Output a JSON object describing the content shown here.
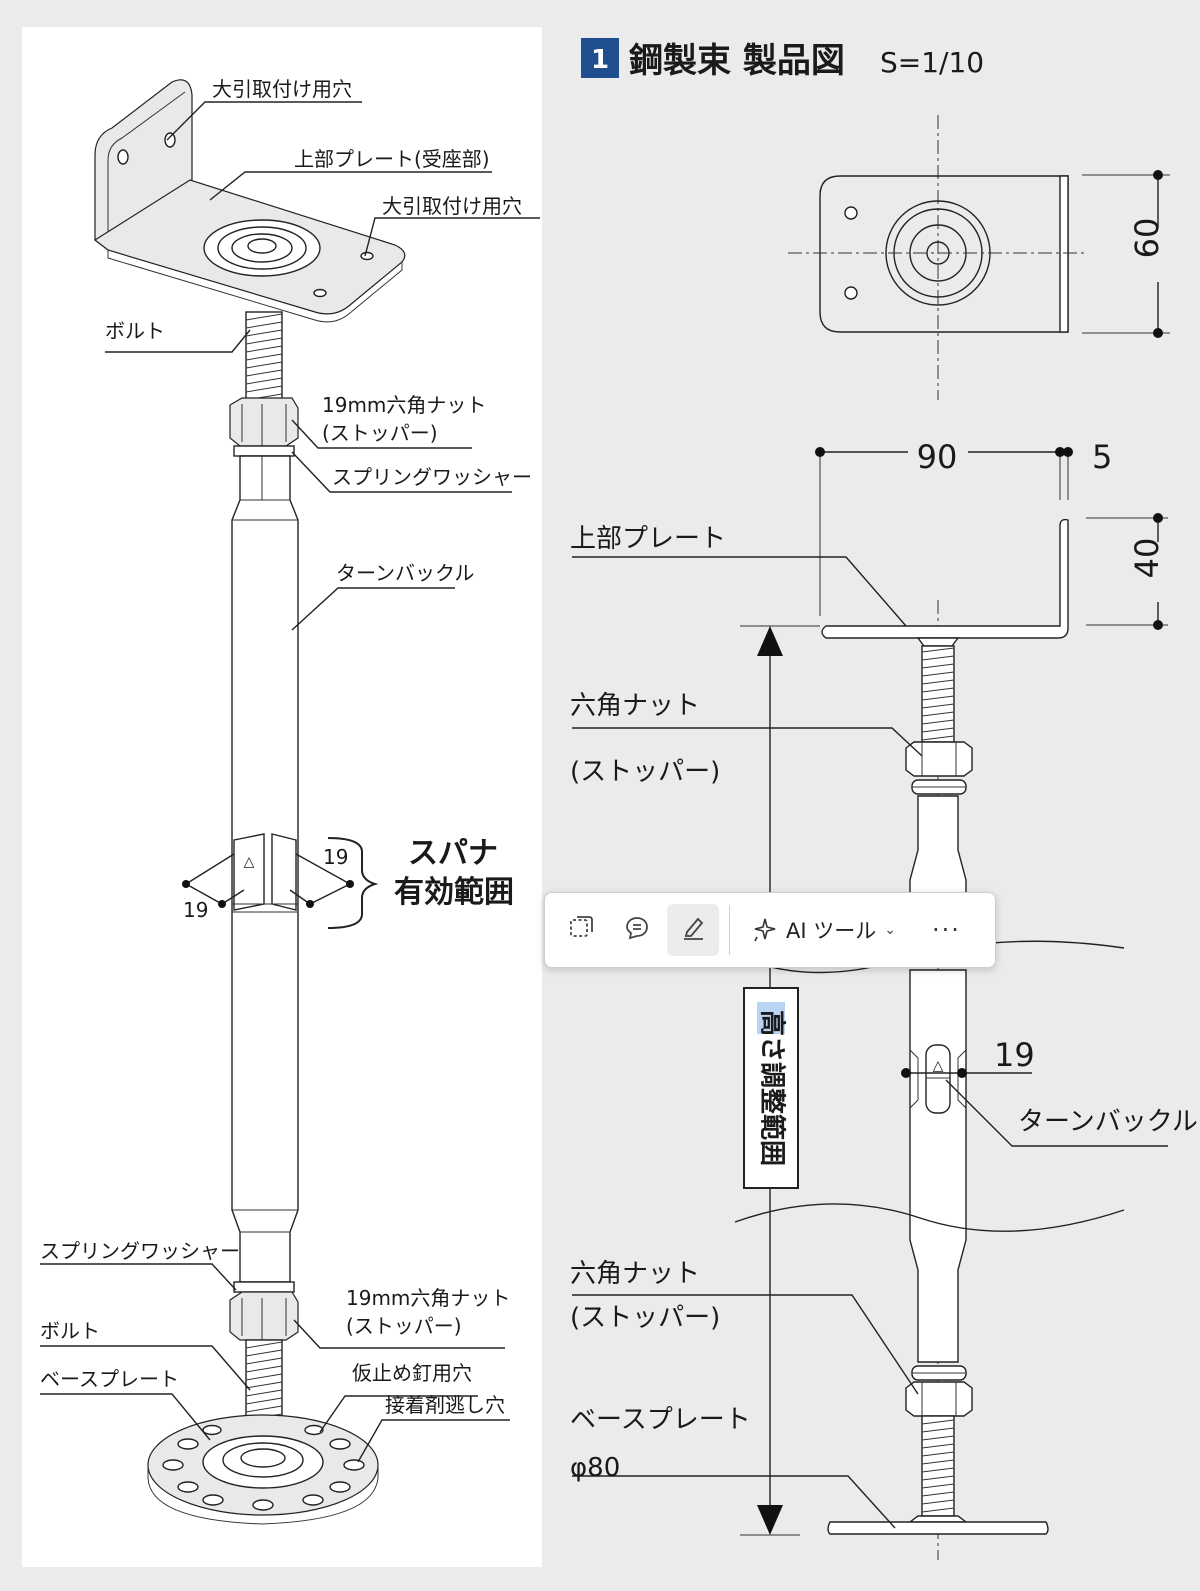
{
  "title": {
    "number": "1",
    "text": "鋼製束 製品図",
    "scale": "S=1/10"
  },
  "left_labels": {
    "top_hole_1": "大引取付け用穴",
    "top_plate": "上部プレート(受座部)",
    "top_hole_2": "大引取付け用穴",
    "bolt_top": "ボルト",
    "nut_top_line1": "19mm六角ナット",
    "nut_top_line2": "(ストッパー)",
    "washer_top": "スプリングワッシャー",
    "turnbuckle": "ターンバックル",
    "spanner_dim_right": "19",
    "spanner_dim_left": "19",
    "spanner_line1": "スパナ",
    "spanner_line2": "有効範囲",
    "washer_bottom": "スプリングワッシャー",
    "nut_bottom_line1": "19mm六角ナット",
    "nut_bottom_line2": "(ストッパー)",
    "bolt_bottom": "ボルト",
    "nail_hole": "仮止め釘用穴",
    "base_plate": "ベースプレート",
    "glue_hole": "接着剤逃し穴"
  },
  "right_labels": {
    "dim_60": "60",
    "dim_90": "90",
    "dim_5": "5",
    "dim_40": "40",
    "top_plate": "上部プレート",
    "nut_top_line1": "六角ナット",
    "nut_top_line2": "(ストッパー)",
    "height_range": "高さ調整範囲",
    "dim_19": "19",
    "turnbuckle": "ターンバックル",
    "nut_bottom_line1": "六角ナット",
    "nut_bottom_line2": "(ストッパー)",
    "base_plate": "ベースプレート",
    "base_diameter": "φ80"
  },
  "toolbar": {
    "ai_label": "AI ツール",
    "more_label": "···",
    "icons": [
      "select-area-icon",
      "comment-icon",
      "highlight-pen-icon",
      "ai-sparkle-icon",
      "chevron-down-icon",
      "more-icon"
    ]
  },
  "colors": {
    "background": "#ebebeb",
    "panel": "#ffffff",
    "badge": "#1f4f8f",
    "highlight": "#b9d4f2"
  }
}
